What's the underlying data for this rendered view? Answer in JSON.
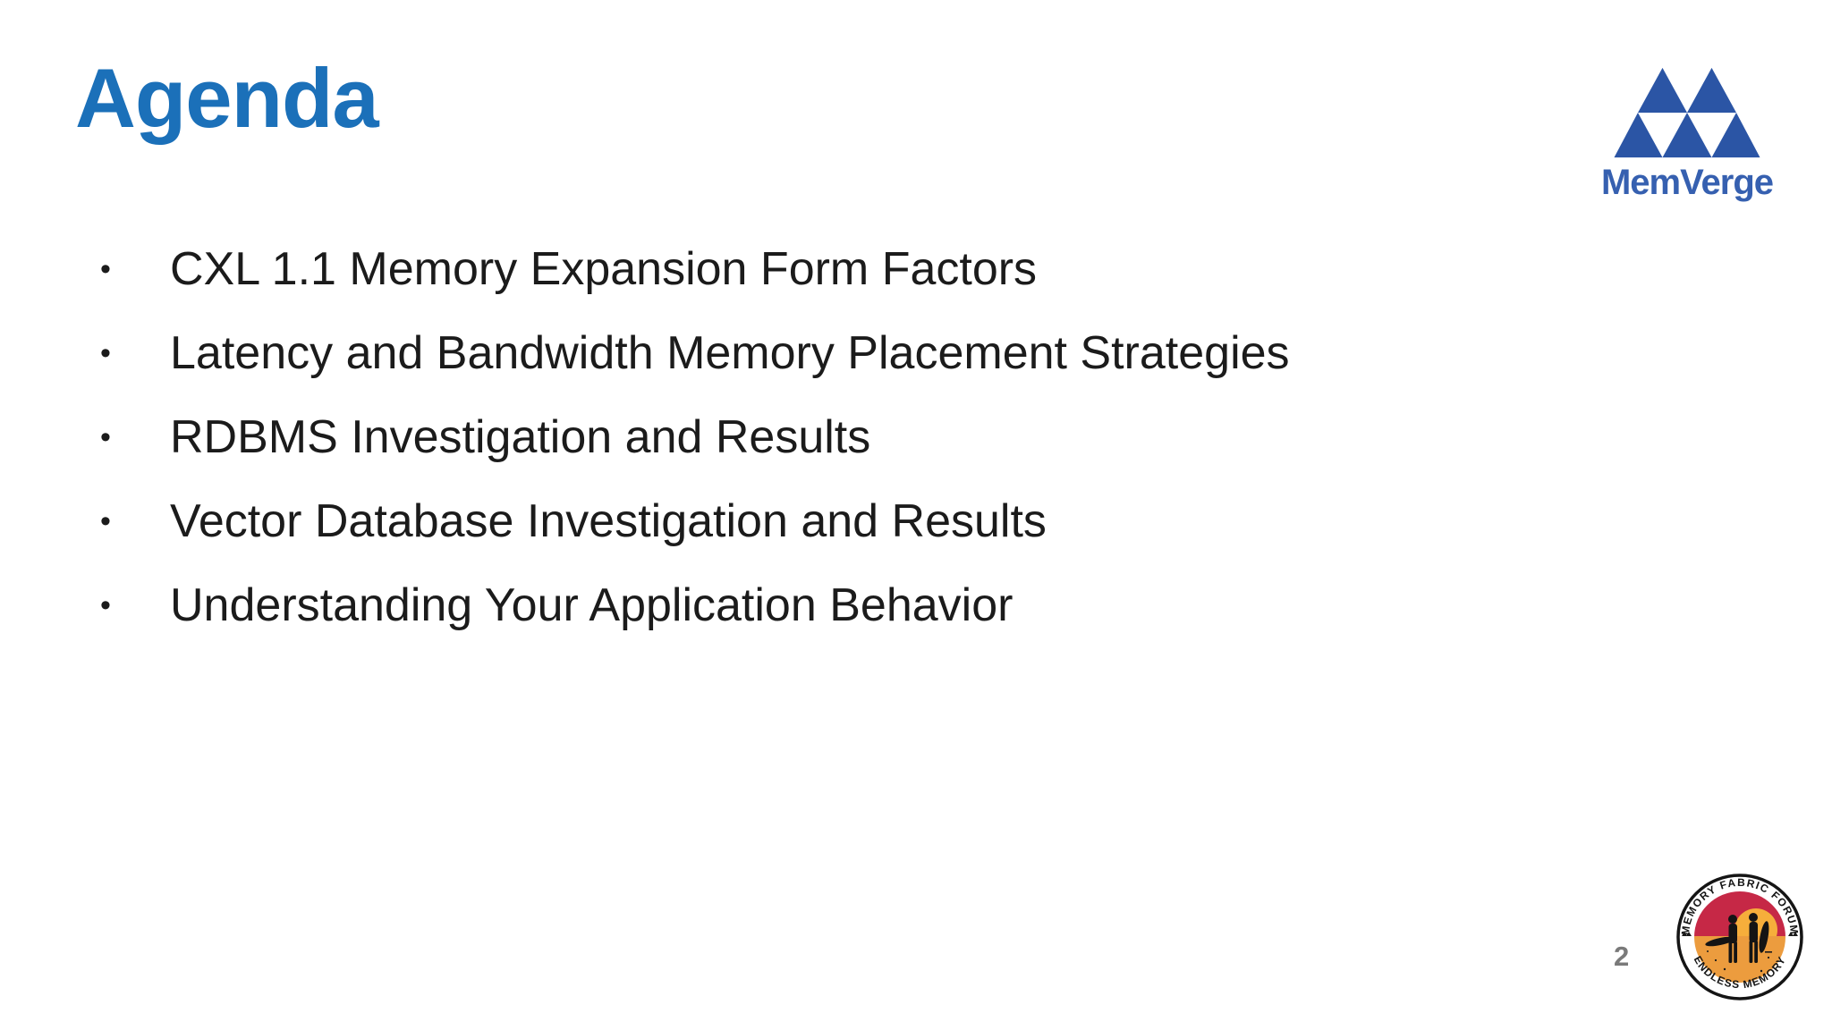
{
  "slide": {
    "title": "Agenda",
    "page_number": "2"
  },
  "agenda": {
    "bullet_glyph": "•",
    "items": [
      "CXL 1.1 Memory Expansion Form Factors",
      "Latency and Bandwidth Memory Placement Strategies",
      "RDBMS Investigation and Results",
      "Vector Database Investigation and Results",
      "Understanding Your Application Behavior"
    ]
  },
  "memverge": {
    "wordmark": "MemVerge"
  },
  "badge": {
    "arc_top": "MEMORY FABRIC FORUM",
    "arc_bottom": "ENDLESS MEMORY"
  },
  "colors": {
    "title_blue": "#1B70B9",
    "logo_blue": "#2B55A5",
    "wordmark_blue": "#3660B0",
    "text_color": "#1B1B1B",
    "page_gray": "#7A7A7A",
    "badge_outline": "#151515",
    "badge_red": "#C62846",
    "badge_sun": "#F6AE3B",
    "badge_sand": "#EC9C3E"
  }
}
